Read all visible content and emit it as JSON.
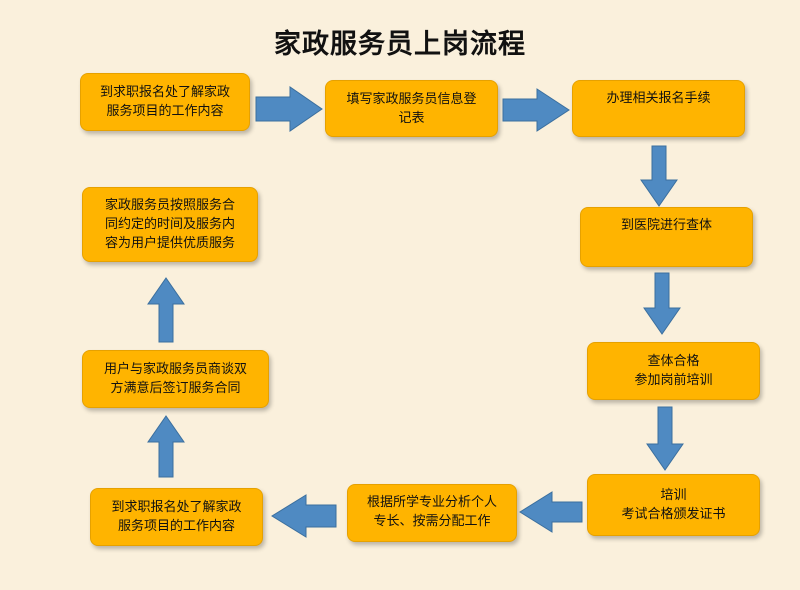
{
  "title": "家政服务员上岗流程",
  "steps": [
    {
      "text": "到求职报名处了解家政\n服务项目的工作内容"
    },
    {
      "text": "填写家政服务员信息登\n记表"
    },
    {
      "text": "办理相关报名手续"
    },
    {
      "text": "到医院进行查体"
    },
    {
      "text": "查体合格\n参加岗前培训"
    },
    {
      "text": "培训\n考试合格颁发证书"
    },
    {
      "text": "根据所学专业分析个人\n专长、按需分配工作"
    },
    {
      "text": "到求职报名处了解家政\n服务项目的工作内容"
    },
    {
      "text": "用户与家政服务员商谈双\n方满意后签订服务合同"
    },
    {
      "text": "家政服务员按照服务合\n同约定的时间及服务内\n容为用户提供优质服务"
    }
  ],
  "colors": {
    "box": "#ffb400",
    "arrow": "#4f8ac2",
    "background": "#faf0dc"
  },
  "arrow_icons": [
    "arrow-right-icon",
    "arrow-down-icon",
    "arrow-left-icon",
    "arrow-up-icon"
  ]
}
